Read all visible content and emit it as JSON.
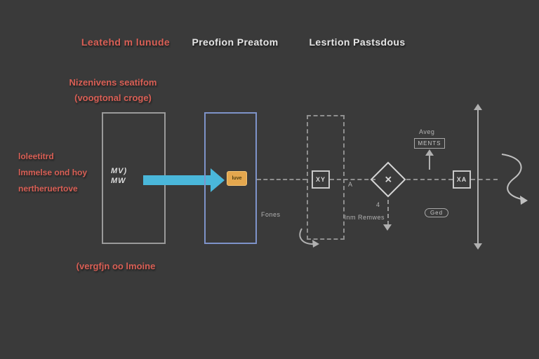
{
  "diagram": {
    "headers": {
      "left": "Leatehd m lunude",
      "center": "Preofion Preatom",
      "right": "Lesrtion Pastsdous"
    },
    "region": {
      "title": "Nizenivens seatifom",
      "subtitle": "(voogtonal croge)"
    },
    "left_note": {
      "line1": "loleetitrd",
      "line2": "lmmelse ond hoy",
      "line3": "nertheruertove"
    },
    "bottom_note": "(vergfjn oo lmoine",
    "stage1": {
      "scribble_line1": "MV)",
      "scribble_line2": "MW"
    },
    "stage2": {
      "chip": "luve"
    },
    "pipeline": {
      "box1_glyph": "XY",
      "diamond_glyph": "✕",
      "box2_glyph": "XA",
      "glyph_a": "A",
      "glyph_4": "4",
      "caption_fones": "Fones",
      "caption_remwes": "lnm Remwes",
      "aveg_label": "Aveg",
      "ments_badge": "MENTS",
      "ged_badge": "Ged"
    },
    "colors": {
      "background": "#3a3a3a",
      "red_text": "#d95f55",
      "light_text": "#e6e6e6",
      "arrow_cyan": "#4ab7da",
      "chip_orange": "#e4a74e",
      "stage2_border": "#7e93c9",
      "gray_line": "#9a9a9a"
    }
  }
}
